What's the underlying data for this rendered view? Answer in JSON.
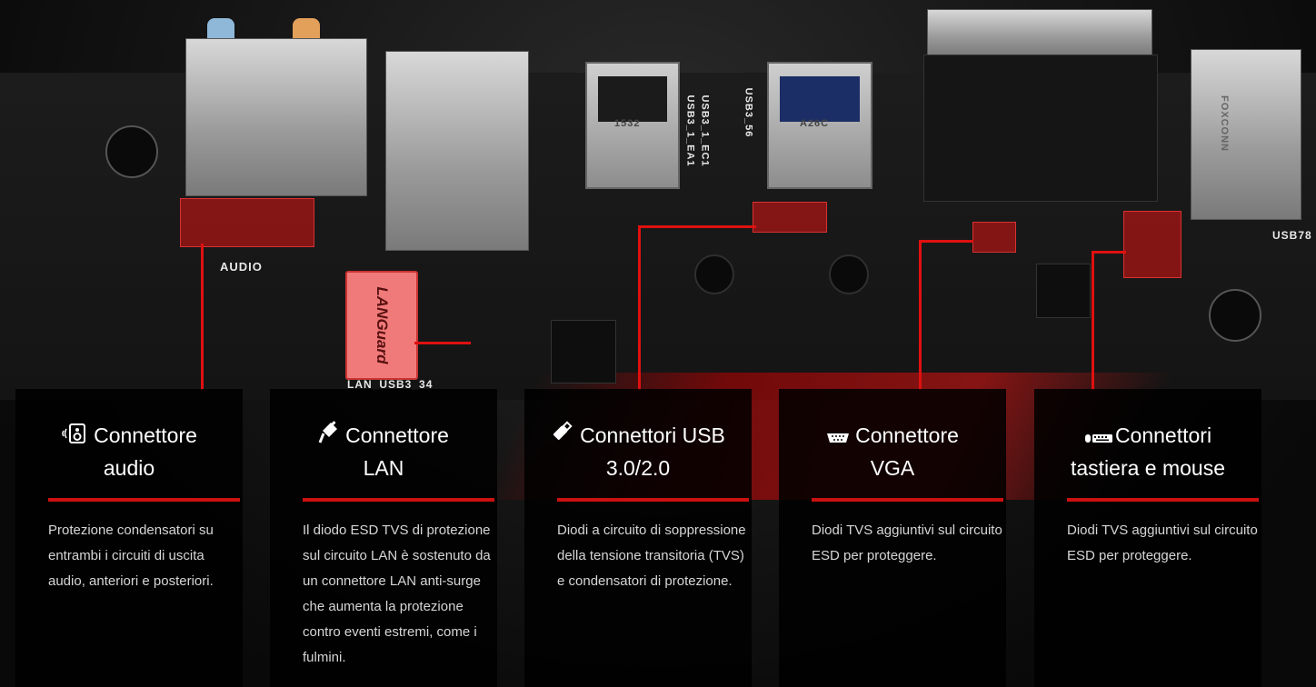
{
  "board": {
    "labels": {
      "audio": "AUDIO",
      "lan_usb": "LAN_USB3_34",
      "usb3_56": "USB3_56",
      "usb3_1_ea1": "USB3_1_EA1",
      "usb3_1_ec1": "USB3_1_EC1",
      "usb78": "USB78",
      "langard": "LANGuard",
      "foxconn": "FOXCONN",
      "chip_code": "1532",
      "chip_code2": "A26C"
    },
    "accent_color": "#cc1111"
  },
  "panels": [
    {
      "icon": "speaker-icon",
      "title_line1": "Connettore",
      "title_line2": "audio",
      "description": "Protezione condensatori su entrambi i circuiti di uscita audio, anteriori e posteriori."
    },
    {
      "icon": "lan-plug-icon",
      "title_line1": "Connettore",
      "title_line2": "LAN",
      "description": "Il diodo ESD TVS di protezione sul circuito LAN è sostenuto da un connettore LAN anti-surge che aumenta la protezione contro eventi estremi, come i fulmini."
    },
    {
      "icon": "usb-stick-icon",
      "title_line1": "Connettori USB",
      "title_line2": "3.0/2.0",
      "description": "Diodi a circuito di soppressione della tensione transitoria (TVS) e condensatori di protezione."
    },
    {
      "icon": "vga-port-icon",
      "title_line1": "Connettore",
      "title_line2": "VGA",
      "description": "Diodi TVS aggiuntivi sul circuito ESD per proteggere."
    },
    {
      "icon": "keyboard-mouse-icon",
      "title_line1": "Connettori",
      "title_line2": "tastiera e mouse",
      "description": "Diodi TVS aggiuntivi sul circuito ESD per proteggere."
    }
  ]
}
